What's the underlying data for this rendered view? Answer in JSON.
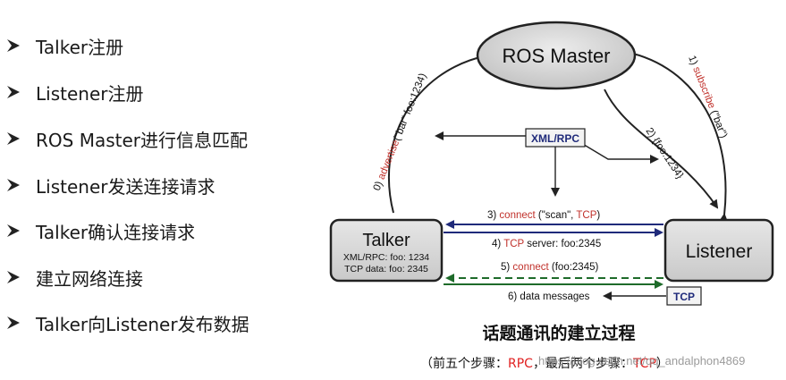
{
  "steps": [
    "Talker注册",
    "Listener注册",
    "ROS Master进行信息匹配",
    "Listener发送连接请求",
    "Talker确认连接请求",
    "建立网络连接",
    "Talker向Listener发布数据"
  ],
  "nodes": {
    "master": "ROS Master",
    "talker": {
      "title": "Talker",
      "line1": "XML/RPC: foo: 1234",
      "line2": "TCP data: foo: 2345"
    },
    "listener": "Listener"
  },
  "protocols": {
    "xmlrpc": "XML/RPC",
    "tcp": "TCP"
  },
  "arrows": {
    "advertise": {
      "num": "0) ",
      "verb": "advertise",
      "rest": "(\"bar\" foo:1234)"
    },
    "subscribe": {
      "num": "1) ",
      "verb": "subscribe",
      "rest": " (\"bar\")"
    },
    "match": "2) {foo:1234}",
    "connect_scan": {
      "num": "3) ",
      "verb": "connect",
      "mid": " (\"scan\", ",
      "proto": "TCP",
      "end": ")"
    },
    "tcp_server": {
      "num": "4) ",
      "proto": "TCP",
      "rest": " server: foo:2345"
    },
    "connect_foo": {
      "num": "5) ",
      "verb": "connect",
      "rest": " (foo:2345)"
    },
    "data_messages": "6) data messages"
  },
  "caption": "话题通讯的建立过程",
  "subcaption": {
    "open": "（前五个步骤：",
    "rpc": "RPC",
    "mid": "，最后两个步骤：",
    "tcp": "TCP",
    "close": "）"
  },
  "watermark": "https://blog.csdn.net/qq_andalphon4869",
  "colors": {
    "red_text": "#c0302a",
    "blue_arrow": "#1f2a7a",
    "green_arrow": "#1e6b2a",
    "node_fill": "#d9d9d9"
  }
}
